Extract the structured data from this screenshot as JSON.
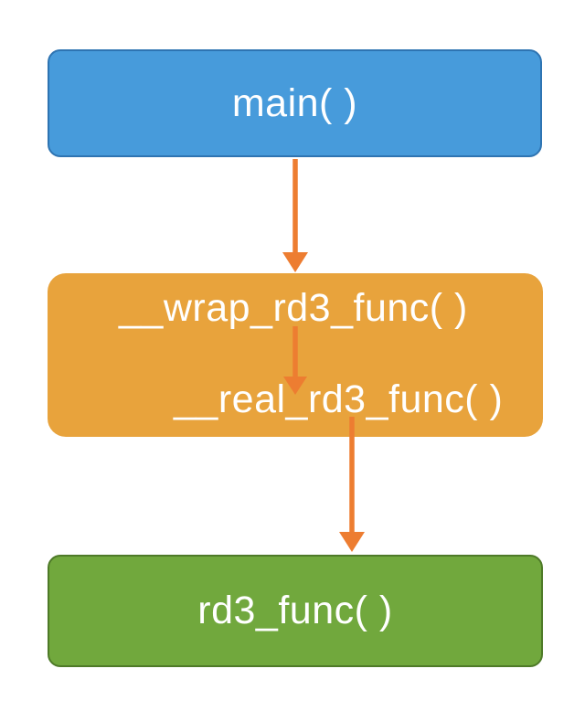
{
  "diagram_type": "call-graph",
  "colors": {
    "background": "#FFFFFF",
    "main-fill": "#479BDB",
    "main-border": "#2E74B2",
    "wrap-fill": "#E8A33C",
    "rd3-fill": "#71A83D",
    "rd3-border": "#4E7A28",
    "arrow": "#ED7D31",
    "label-text": "#FFFFFF"
  },
  "nodes": {
    "main": {
      "label": "main( )"
    },
    "wrap": {
      "label": "__wrap_rd3_func( )"
    },
    "real": {
      "label": "__real_rd3_func( )"
    },
    "rd3": {
      "label": "rd3_func( )"
    }
  },
  "edges": [
    {
      "from": "main( )",
      "to": "__wrap_rd3_func( )"
    },
    {
      "from": "__wrap_rd3_func( )",
      "to": "__real_rd3_func( )"
    },
    {
      "from": "__real_rd3_func( )",
      "to": "rd3_func( )"
    }
  ]
}
